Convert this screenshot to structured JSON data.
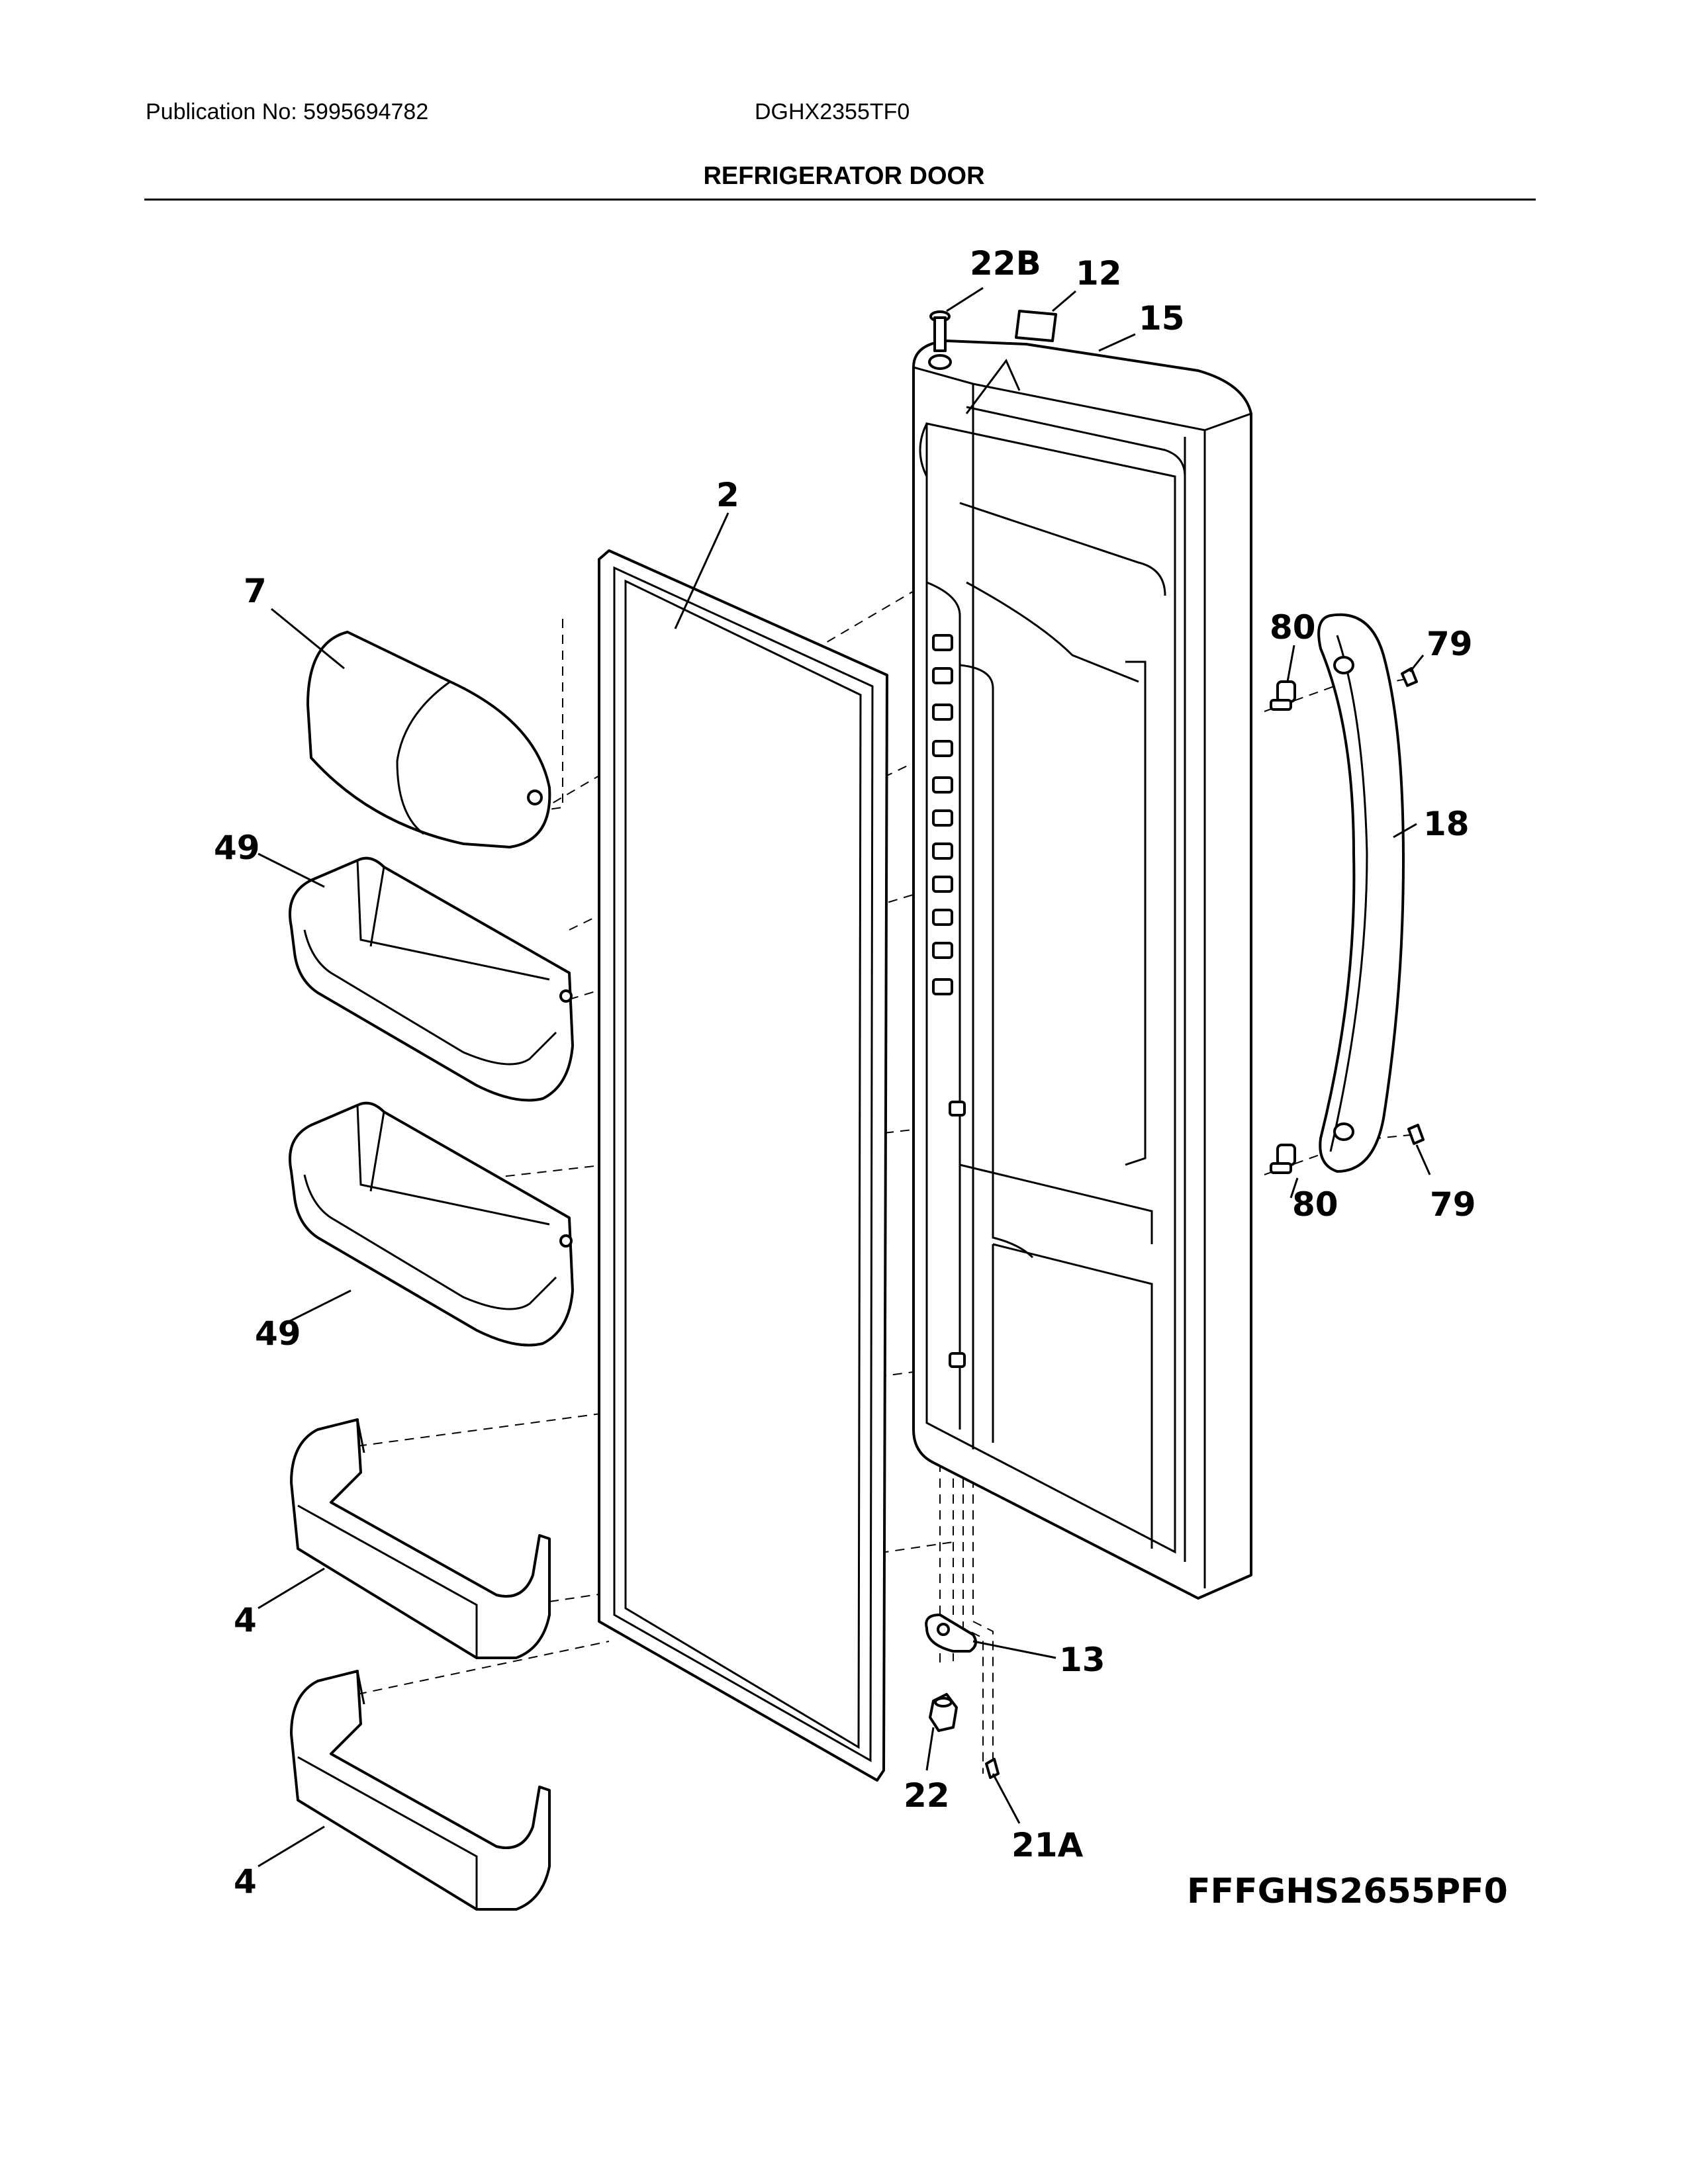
{
  "header": {
    "publication": "Publication No: 5995694782",
    "model": "DGHX2355TF0",
    "title": "REFRIGERATOR DOOR"
  },
  "callouts": {
    "c22B": "22B",
    "c12": "12",
    "c15": "15",
    "c2": "2",
    "c7": "7",
    "c80a": "80",
    "c79a": "79",
    "c18": "18",
    "c49a": "49",
    "c49b": "49",
    "c80b": "80",
    "c79b": "79",
    "c4a": "4",
    "c13": "13",
    "c22": "22",
    "c21A": "21A",
    "c4b": "4"
  },
  "footer": {
    "code": "FFFGHS2655PF0"
  }
}
